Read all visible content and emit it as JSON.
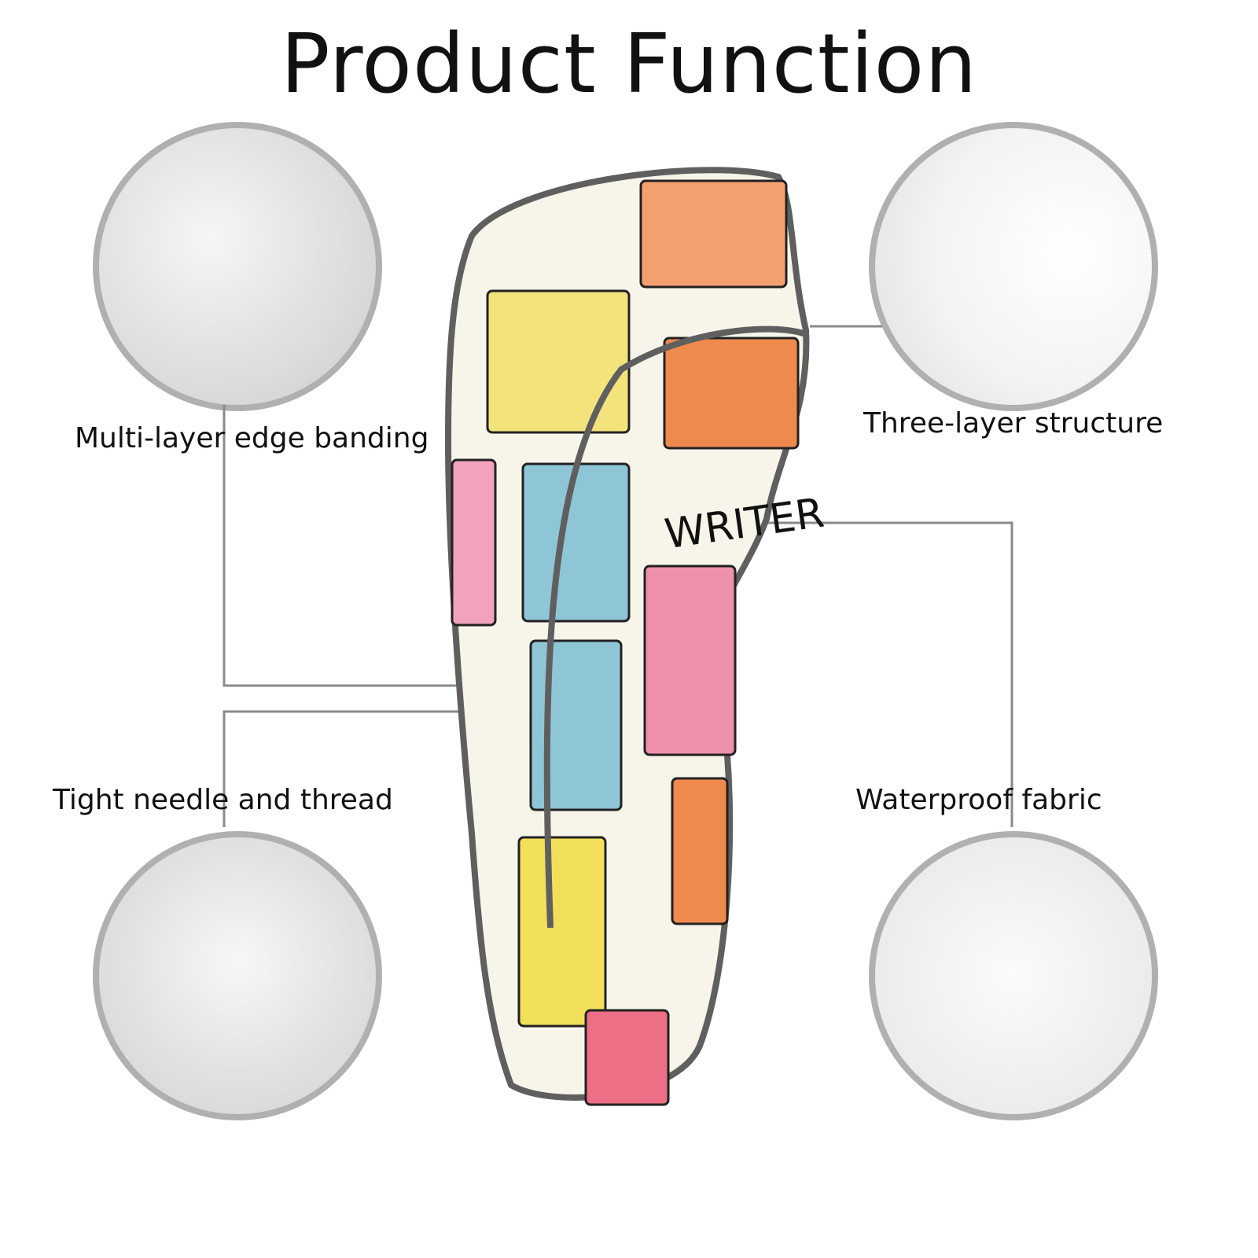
{
  "title": "Product Function",
  "features": [
    {
      "label": "Multi-layer edge banding"
    },
    {
      "label": "Three-layer structure"
    },
    {
      "label": "Tight needle and thread"
    },
    {
      "label": "Waterproof fabric"
    }
  ],
  "product": {
    "print_text": "WRITER"
  },
  "colors": {
    "circle_border": "#b0b0b0",
    "leader_line": "#8a8a8a",
    "trim": "#5f5f5f",
    "fabric": "#f7f4ea"
  }
}
